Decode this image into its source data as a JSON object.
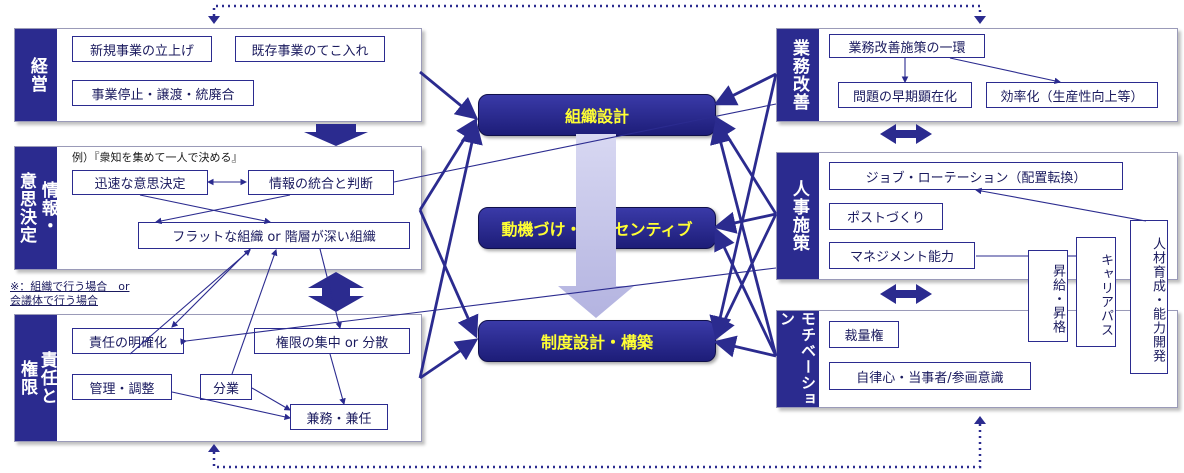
{
  "colors": {
    "header": "#2b2b8f",
    "box_border": "#2b2b8f",
    "pill_text": "#ffff33",
    "arrow": "#2b2b8f",
    "down_arrow": "#b8b8e0"
  },
  "left": {
    "keiei": {
      "header": "経営",
      "items": [
        "新規事業の立上げ",
        "既存事業のてこ入れ",
        "事業停止・譲渡・統廃合"
      ]
    },
    "ishi": {
      "header_a": "情報・",
      "header_b": "意思決定",
      "example": "例）『衆知を集めて一人で決める』",
      "items": [
        "迅速な意思決定",
        "情報の統合と判断",
        "フラットな組織 or 階層が深い組織"
      ]
    },
    "note": {
      "line1": "※：組織で行う場合　or",
      "line2": "会議体で行う場合"
    },
    "sekinin": {
      "header_a": "責任と",
      "header_b": "権限",
      "items": [
        "責任の明確化",
        "権限の集中 or 分散",
        "管理・調整",
        "分業",
        "兼務・兼任"
      ]
    }
  },
  "center": {
    "items": [
      "組織設計",
      "動機づけ・インセンティブ",
      "制度設計・構築"
    ]
  },
  "right": {
    "gyomu": {
      "header": "業務改善",
      "items": [
        "業務改善施策の一環",
        "問題の早期顕在化",
        "効率化（生産性向上等）"
      ]
    },
    "jinji": {
      "header": "人事施策",
      "items": [
        "ジョブ・ローテーション（配置転換）",
        "ポストづくり",
        "マネジメント能力"
      ]
    },
    "vertical": [
      "昇給・昇格",
      "キャリアパス",
      "人材育成・能力開発"
    ],
    "mochi": {
      "header": "モチベーション",
      "items": [
        "裁量権",
        "自律心・当事者/参画意識"
      ]
    }
  }
}
